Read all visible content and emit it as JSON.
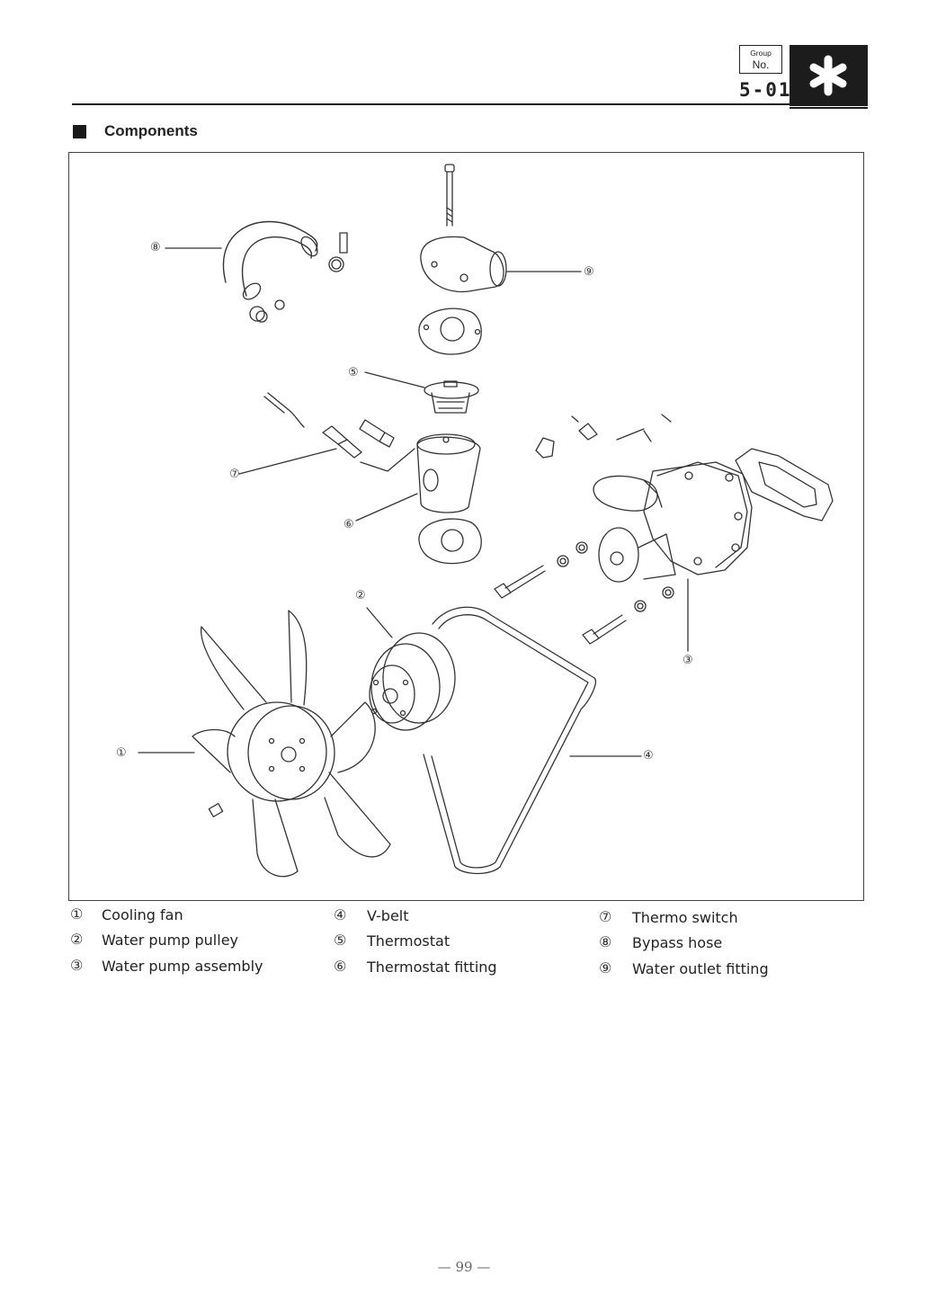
{
  "header": {
    "group_label": "Group",
    "no_label": "No.",
    "group_number": "5-01",
    "badge_symbol": "*"
  },
  "section": {
    "title": "Components"
  },
  "diagram": {
    "callouts": [
      "⑧",
      "⑨",
      "⑤",
      "⑦",
      "⑥",
      "②",
      "③",
      "①",
      "④"
    ]
  },
  "legend": [
    {
      "num": "①",
      "label": "Cooling fan"
    },
    {
      "num": "②",
      "label": "Water pump pulley"
    },
    {
      "num": "③",
      "label": "Water pump assembly"
    },
    {
      "num": "④",
      "label": "V-belt"
    },
    {
      "num": "⑤",
      "label": "Thermostat"
    },
    {
      "num": "⑥",
      "label": "Thermostat fitting"
    },
    {
      "num": "⑦",
      "label": "Thermo switch"
    },
    {
      "num": "⑧",
      "label": "Bypass hose"
    },
    {
      "num": "⑨",
      "label": "Water outlet fitting"
    }
  ],
  "footer": {
    "page_number": "— 99 —"
  }
}
